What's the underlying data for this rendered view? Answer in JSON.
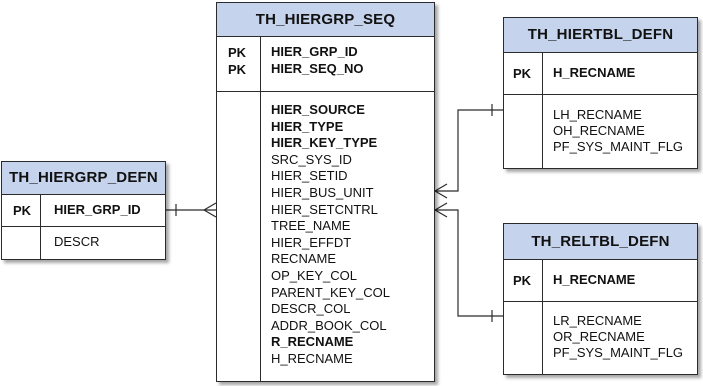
{
  "hiergrp_seq": {
    "title": "TH_HIERGRP_SEQ",
    "pk_labels": [
      "PK",
      "PK"
    ],
    "pk_fields": [
      "HIER_GRP_ID",
      "HIER_SEQ_NO"
    ],
    "fields": [
      {
        "name": "HIER_SOURCE",
        "bold": true
      },
      {
        "name": "HIER_TYPE",
        "bold": true
      },
      {
        "name": "HIER_KEY_TYPE",
        "bold": true
      },
      {
        "name": "SRC_SYS_ID",
        "bold": false
      },
      {
        "name": "HIER_SETID",
        "bold": false
      },
      {
        "name": "HIER_BUS_UNIT",
        "bold": false
      },
      {
        "name": "HIER_SETCNTRL",
        "bold": false
      },
      {
        "name": "TREE_NAME",
        "bold": false
      },
      {
        "name": "HIER_EFFDT",
        "bold": false
      },
      {
        "name": "RECNAME",
        "bold": false
      },
      {
        "name": "OP_KEY_COL",
        "bold": false
      },
      {
        "name": "PARENT_KEY_COL",
        "bold": false
      },
      {
        "name": "DESCR_COL",
        "bold": false
      },
      {
        "name": "ADDR_BOOK_COL",
        "bold": false
      },
      {
        "name": "R_RECNAME",
        "bold": true
      },
      {
        "name": "H_RECNAME",
        "bold": false
      }
    ]
  },
  "hiergrp_defn": {
    "title": "TH_HIERGRP_DEFN",
    "pk_label": "PK",
    "pk_field": "HIER_GRP_ID",
    "fields": [
      "DESCR"
    ]
  },
  "hiertbl_defn": {
    "title": "TH_HIERTBL_DEFN",
    "pk_label": "PK",
    "pk_field": "H_RECNAME",
    "fields": [
      "LH_RECNAME",
      "OH_RECNAME",
      "PF_SYS_MAINT_FLG"
    ]
  },
  "reltbl_defn": {
    "title": "TH_RELTBL_DEFN",
    "pk_label": "PK",
    "pk_field": "H_RECNAME",
    "fields": [
      "LR_RECNAME",
      "OR_RECNAME",
      "PF_SYS_MAINT_FLG"
    ]
  },
  "colors": {
    "header_fill": "#c5d3ec",
    "border": "#2b2b2b",
    "shadow": "#888888"
  }
}
